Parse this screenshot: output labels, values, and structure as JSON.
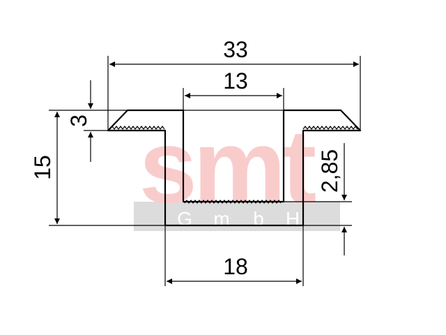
{
  "watermark": {
    "logo_text": "smt",
    "letters": [
      "G",
      "m",
      "b",
      "H"
    ],
    "logo_color": "#f9cccc",
    "band_color": "#dcdcdc"
  },
  "dimensions": {
    "overall_width": "33",
    "slot_width": "13",
    "bottom_width": "18",
    "height": "15",
    "flange_thickness": "3",
    "base_thickness": "2,85"
  },
  "colors": {
    "line": "#000000",
    "background": "#ffffff"
  }
}
